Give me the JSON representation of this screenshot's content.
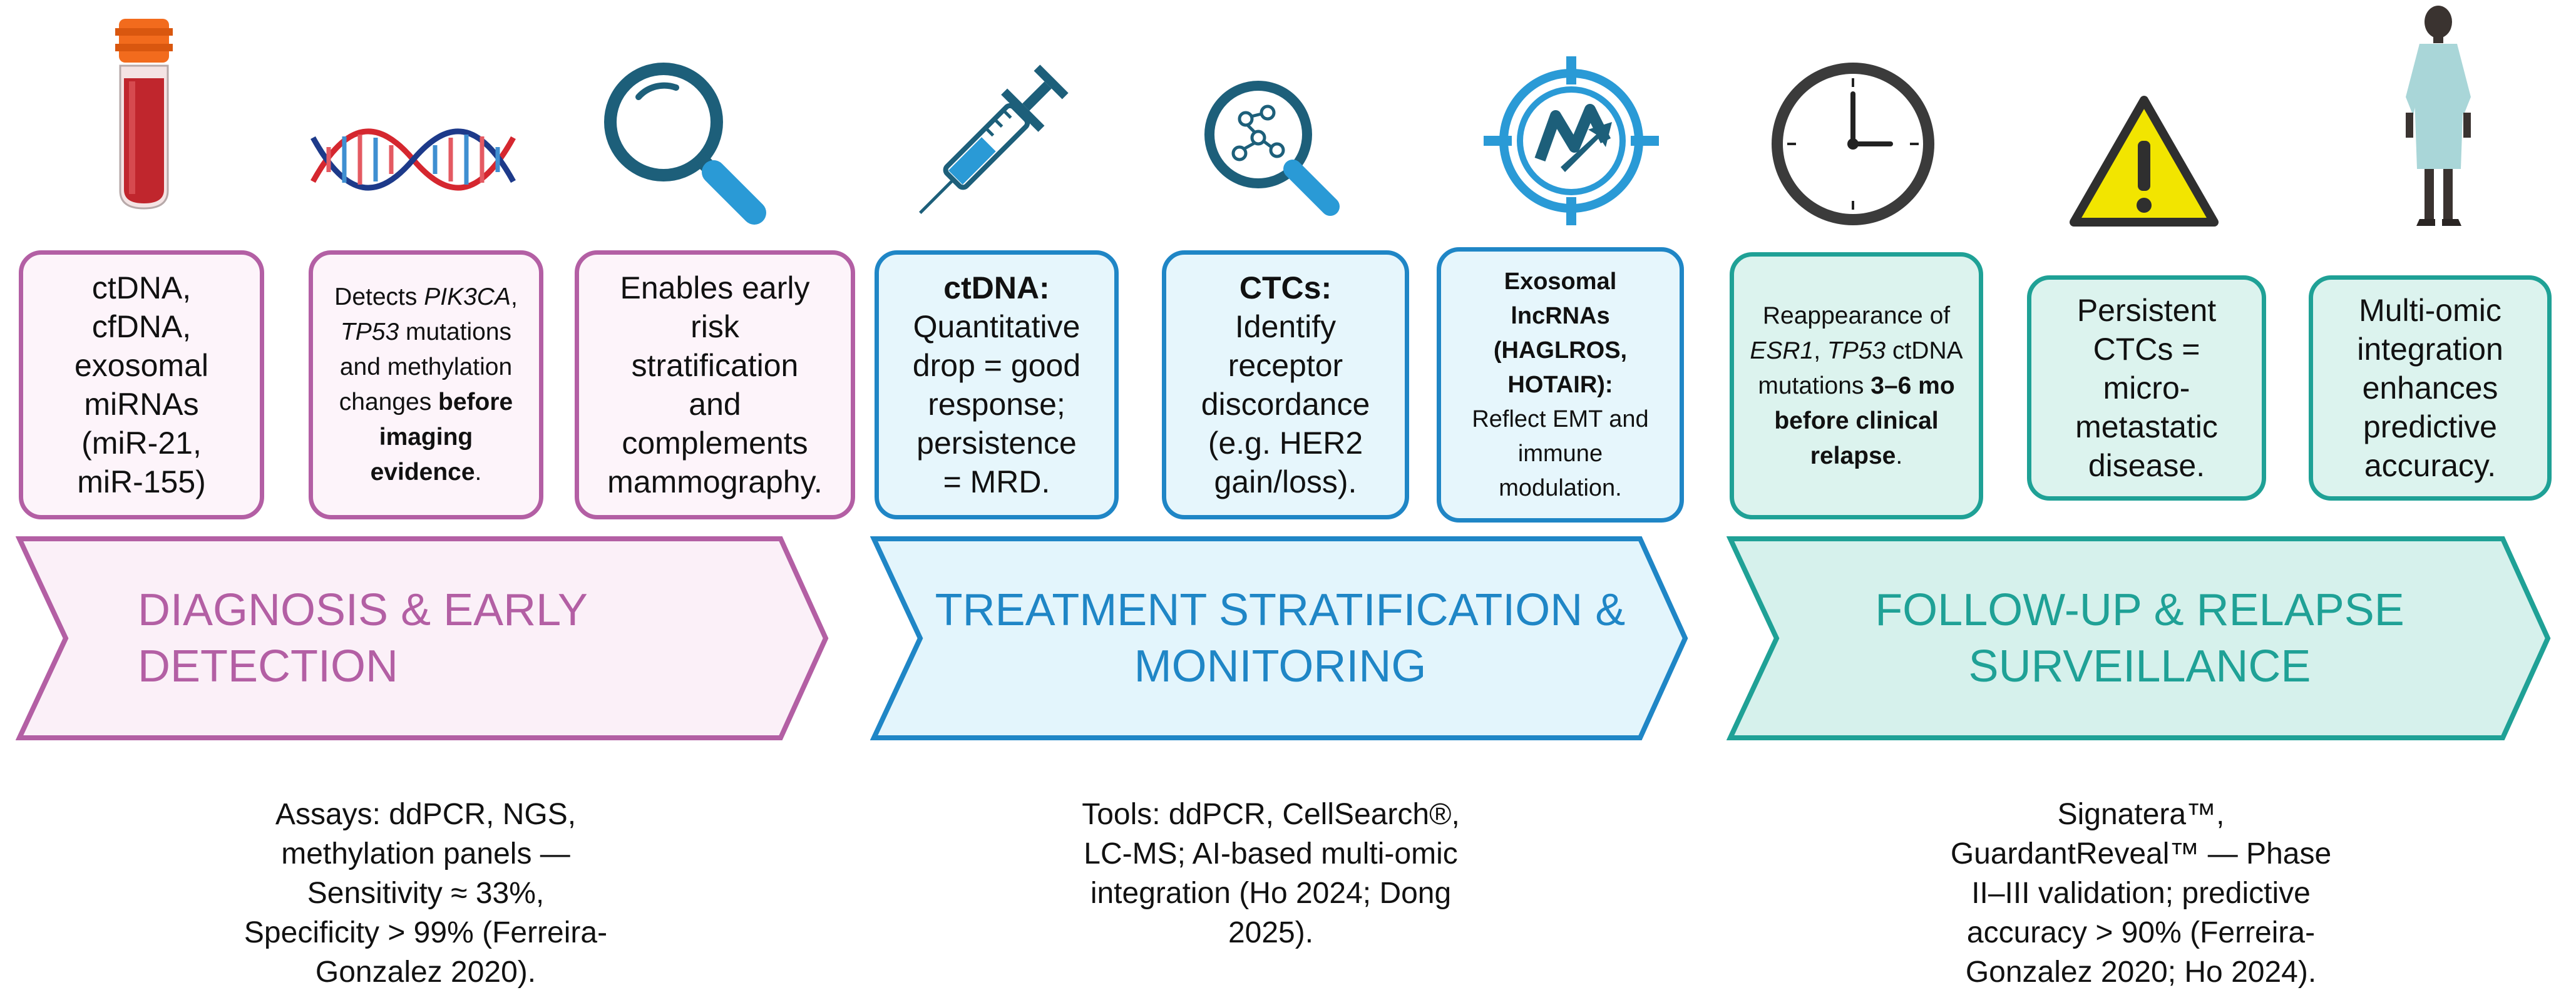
{
  "icons": [
    {
      "name": "blood-tube-icon"
    },
    {
      "name": "dna-helix-icon"
    },
    {
      "name": "magnifier-icon"
    },
    {
      "name": "syringe-icon"
    },
    {
      "name": "molecule-magnifier-icon"
    },
    {
      "name": "target-icon"
    },
    {
      "name": "clock-icon"
    },
    {
      "name": "warning-icon"
    },
    {
      "name": "patient-icon"
    }
  ],
  "boxes": {
    "b1": {
      "text": "ctDNA,\ncfDNA,\nexosomal\nmiRNAs\n(miR-21,\nmiR-155)"
    },
    "b2": {
      "p1": "Detects ",
      "p2": "PIK3CA",
      "p3": ",",
      "p4": "TP53",
      "p5": " mutations and methylation changes ",
      "p6": "before imaging evidence",
      "p7": "."
    },
    "b3": {
      "text": "Enables early\nrisk\nstratification\nand\ncomplements\nmammography."
    },
    "b4": {
      "head": "ctDNA:",
      "body": "Quantitative\ndrop = good\nresponse;\npersistence\n= MRD."
    },
    "b5": {
      "head": "CTCs:",
      "body": "Identify\nreceptor\ndiscordance\n(e.g. HER2\ngain/loss)."
    },
    "b6": {
      "head": "Exosomal\nlncRNAs\n(HAGLROS,\nHOTAIR):",
      "body": "Reflect EMT and\nimmune\nmodulation."
    },
    "b7": {
      "p1": "Reappearance of ",
      "p2": "ESR1",
      "p3": ", ",
      "p4": "TP53",
      "p5": " ctDNA mutations ",
      "p6": "3–6 mo before clinical relapse",
      "p7": "."
    },
    "b8": {
      "text": "Persistent\nCTCs =\nmicro-\nmetastatic\ndisease."
    },
    "b9": {
      "text": "Multi-omic\nintegration\nenhances\npredictive\naccuracy."
    }
  },
  "phases": {
    "diagnosis": {
      "title": "DIAGNOSIS & EARLY\nDETECTION",
      "color": "#b35fa4",
      "fill": "#fbf0f8"
    },
    "treatment": {
      "title": "TREATMENT STRATIFICATION &\nMONITORING",
      "color": "#1f86c6",
      "fill": "#e3f5fc"
    },
    "followup": {
      "title": "FOLLOW-UP & RELAPSE\nSURVEILLANCE",
      "color": "#1fa196",
      "fill": "#d6f1ec"
    }
  },
  "captions": {
    "diagnosis": "Assays: ddPCR, NGS,\nmethylation panels —\nSensitivity ≈ 33%,\nSpecificity > 99% (Ferreira-\nGonzalez 2020).",
    "treatment": "Tools: ddPCR, CellSearch®,\nLC-MS; AI-based multi-omic\nintegration (Ho 2024; Dong\n2025).",
    "followup": "Signatera™,\nGuardantReveal™ — Phase\nII–III validation; predictive\naccuracy > 90% (Ferreira-\nGonzalez 2020; Ho 2024)."
  }
}
